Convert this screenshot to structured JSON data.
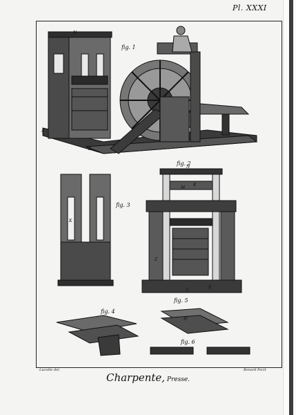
{
  "plate": {
    "number": "Pl. XXXI",
    "caption_main": "Charpente,",
    "caption_sub": " Presse.",
    "engraver_left": "Lucotte del.",
    "engraver_right": "Benard Fecit"
  },
  "figures": [
    {
      "id": "fig1",
      "label": "fig. 1"
    },
    {
      "id": "fig2",
      "label": "fig. 2"
    },
    {
      "id": "fig3",
      "label": "fig. 3"
    },
    {
      "id": "fig4",
      "label": "fig. 4"
    },
    {
      "id": "fig5",
      "label": "fig. 5"
    },
    {
      "id": "fig6",
      "label": "fig. 6"
    }
  ],
  "letters": {
    "n_top": "N",
    "n_fig2": "N",
    "k_fig2": "K",
    "a_left": "A",
    "b_left": "B",
    "c_left": "C",
    "h": "H",
    "k": "K",
    "m": "M",
    "x": "X",
    "z": "Z"
  }
}
